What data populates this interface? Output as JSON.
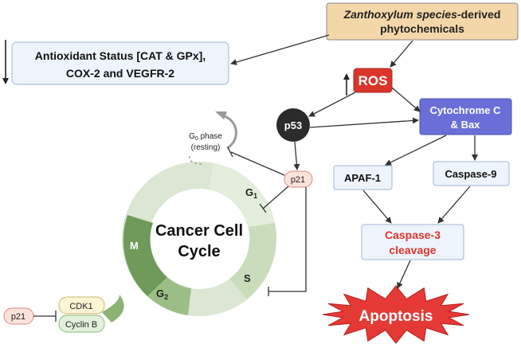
{
  "source": {
    "line1_italic": "Zanthoxylum species",
    "line1_rest": "-derived",
    "line2": "phytochemicals"
  },
  "antioxidant": {
    "line1": "Antioxidant Status [CAT & GPx],",
    "line2": "COX-2 and VEGFR-2"
  },
  "ros": "ROS",
  "p53": "p53",
  "cytochrome": {
    "line1": "Cytochrome C",
    "line2": "& Bax"
  },
  "apaf1": "APAF-1",
  "caspase9": "Caspase-9",
  "caspase3": {
    "line1": "Caspase-3",
    "line2": "cleavage"
  },
  "apoptosis": "Apoptosis",
  "p21_upper": "p21",
  "p21_lower": "p21",
  "g0": {
    "line1": "G",
    "sub": "0",
    "line1_rest": " phase",
    "line2": "(resting)"
  },
  "cycle": {
    "title_line1": "Cancer Cell",
    "title_line2": "Cycle",
    "g1": "G",
    "g1_sub": "1",
    "s": "S",
    "g2": "G",
    "g2_sub": "2",
    "m": "M"
  },
  "cdk1": "CDK1",
  "cyclin_b": "Cyclin B",
  "colors": {
    "ros_red": "#d9352b",
    "cytochrome_purple": "#6a6fd8",
    "caspase3_text": "#d9352b",
    "apoptosis_red": "#e53935",
    "box_blue_fill": "#eef4fc",
    "source_fill": "#f3d7a8",
    "p21_fill": "#fbe3dc",
    "cycle_green_dark": "#6f9a5a",
    "cycle_green_light": "#dbe7d2"
  }
}
